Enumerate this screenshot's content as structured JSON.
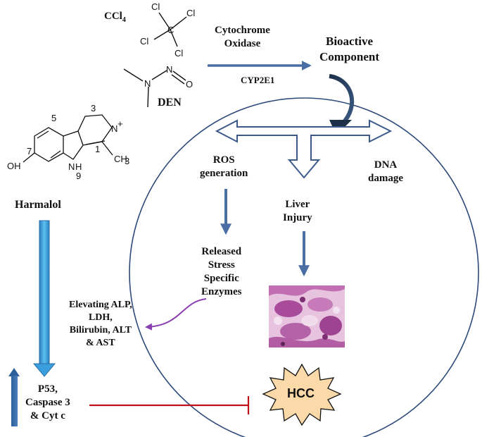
{
  "inputs": {
    "ccl4": "CCl4",
    "den": "DEN",
    "harmalol": "Harmalol",
    "ccl4_atoms": [
      "C",
      "Cl",
      "Cl",
      "Cl",
      "Cl"
    ],
    "den_atoms": [
      "N",
      "N",
      "O"
    ],
    "harmalol_atoms": [
      "OH",
      "N",
      "H",
      "N",
      "+",
      "CH",
      "3",
      "5",
      "7",
      "9",
      "1",
      "3"
    ]
  },
  "activation": {
    "enzyme_line1": "Cytochrome",
    "enzyme_line2": "Oxidase",
    "enzyme_code": "CYP2E1",
    "product_line1": "Bioactive",
    "product_line2": "Component"
  },
  "cell": {
    "ros_line1": "ROS",
    "ros_line2": "generation",
    "dna_line1": "DNA",
    "dna_line2": "damage",
    "liver_line1": "Liver",
    "liver_line2": "Injury",
    "enzymes": [
      "Released",
      "Stress",
      "Specific",
      "Enzymes"
    ],
    "hcc": "HCC"
  },
  "markers": [
    "Elevating ALP,",
    "LDH,",
    "Bilirubin, ALT",
    "& AST"
  ],
  "harmalol_effect": [
    "P53,",
    "Caspase 3",
    "& Cyt c"
  ],
  "colors": {
    "dark_blue_arrow": "#4a6fa5",
    "light_blue_arrow": "#3a9fdc",
    "circle": "#2e4a7a",
    "outline_arrow": "#3b5a8a",
    "inhibition": "#c0101a",
    "purple_arrow": "#8a3fb0",
    "hcc_burst": "#fcd9a8",
    "tissue": "#c46fb4"
  }
}
